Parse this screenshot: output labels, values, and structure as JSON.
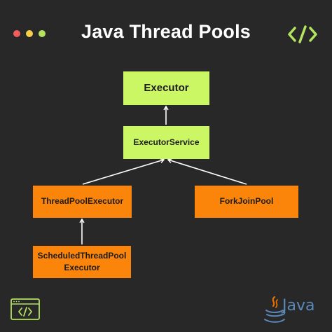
{
  "header": {
    "title": "Java Thread Pools",
    "window_dots": [
      "#f35c5c",
      "#f5cf4a",
      "#b4e35f"
    ]
  },
  "nodes": [
    {
      "id": "executor",
      "label": "Executor",
      "color": "#ccf765"
    },
    {
      "id": "executor_service",
      "label": "ExecutorService",
      "color": "#ccf765"
    },
    {
      "id": "thread_pool_executor",
      "label": "ThreadPoolExecutor",
      "color": "#fa850a"
    },
    {
      "id": "fork_join_pool",
      "label": "ForkJoinPool",
      "color": "#fa850a"
    },
    {
      "id": "scheduled_thread_pool_executor",
      "label": "ScheduledThreadPool\nExecutor",
      "color": "#fa850a"
    }
  ],
  "edges": [
    {
      "from": "executor_service",
      "to": "executor"
    },
    {
      "from": "thread_pool_executor",
      "to": "executor_service"
    },
    {
      "from": "fork_join_pool",
      "to": "executor_service"
    },
    {
      "from": "scheduled_thread_pool_executor",
      "to": "thread_pool_executor"
    }
  ],
  "icons": {
    "top_right": "code-brackets-icon",
    "bottom_left": "terminal-code-icon",
    "bottom_right": "java-logo"
  },
  "footer": {
    "brand_text": "Java"
  },
  "colors": {
    "background": "#282828",
    "accent_green": "#ccf765",
    "accent_orange": "#fa850a",
    "java_blue": "#5b88b8",
    "java_red": "#e76f00"
  }
}
